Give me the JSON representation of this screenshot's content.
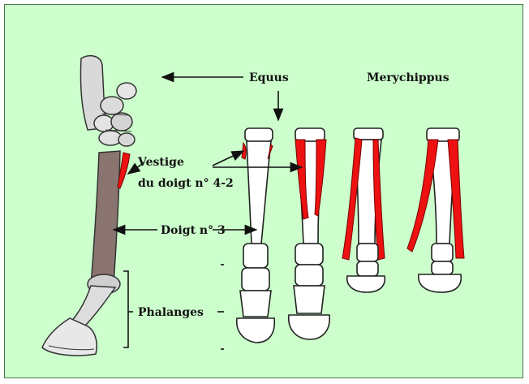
{
  "labels": {
    "equus": "Equus",
    "merychippus": "Merychippus",
    "vestige_line1": "Vestige",
    "vestige_line2": "du doigt n° 4-2",
    "doigt3": "Doigt n° 3",
    "phalanges": "Phalanges"
  },
  "colors": {
    "background": "#ccffcc",
    "vestigial_digit": "#ee1111",
    "bone_outline": "#222222",
    "cannon_bone": "#8a7470"
  }
}
